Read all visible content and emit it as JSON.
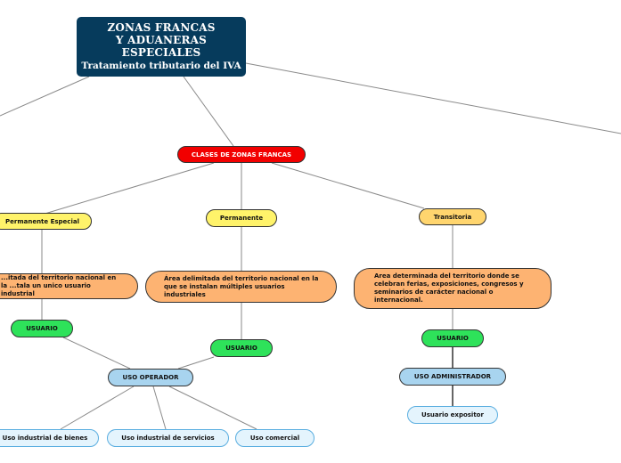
{
  "root": {
    "title_lines": [
      "ZONAS FRANCAS",
      "Y ADUANERAS",
      "ESPECIALES"
    ],
    "subtitle": "Tratamiento tributario del IVA",
    "color": "#063b5c"
  },
  "classes": {
    "label": "CLASES DE ZONAS FRANCAS",
    "color": "#f20000"
  },
  "branches": {
    "permanente_especial": {
      "label": "Permanente Especial",
      "description": "...itada del territorio nacional en la ...tala un unico usuario industrial",
      "usuario": "USUARIO"
    },
    "permanente": {
      "label": "Permanente",
      "description": "Área delimitada del territorio nacional en la que se instalan múltiples usuarios industriales",
      "usuario": "USUARIO"
    },
    "transitoria": {
      "label": "Transitoria",
      "description": "Area determinada del territorio donde se celebran ferias, exposiciones, congresos y seminarios de carácter nacional o internacional.",
      "usuario": "USUARIO",
      "uso": "USO ADMINISTRADOR",
      "uso_children": [
        "Usuario expositor"
      ]
    }
  },
  "uso_operador": {
    "label": "USO OPERADOR",
    "children": [
      "Uso industrial de bienes",
      "Uso industrial de servicios",
      "Uso comercial"
    ]
  },
  "colors": {
    "yellow": "#fff36a",
    "gold": "#ffd56e",
    "orange": "#fdb372",
    "green": "#2ee25a",
    "blue": "#a8d4ef",
    "light_blue": "#e4f4fd"
  }
}
